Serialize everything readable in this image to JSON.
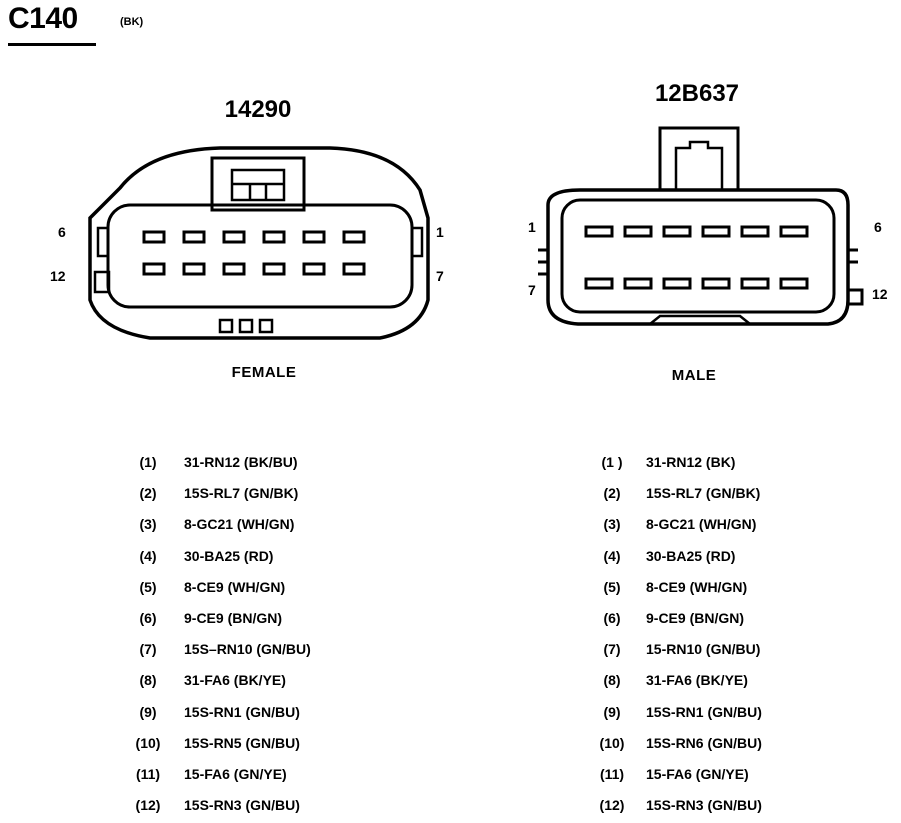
{
  "header": {
    "connector_id": "C140",
    "color_code": "(BK)"
  },
  "female": {
    "part_number": "14290",
    "label": "FEMALE",
    "pin_labels": {
      "top_left": "6",
      "bottom_left": "12",
      "top_right": "1",
      "bottom_right": "7"
    },
    "pins": [
      {
        "num": "(1)",
        "circuit": "31-RN12 (BK/BU)"
      },
      {
        "num": "(2)",
        "circuit": "15S-RL7 (GN/BK)"
      },
      {
        "num": "(3)",
        "circuit": "8-GC21 (WH/GN)"
      },
      {
        "num": "(4)",
        "circuit": "30-BA25 (RD)"
      },
      {
        "num": "(5)",
        "circuit": "8-CE9 (WH/GN)"
      },
      {
        "num": "(6)",
        "circuit": "9-CE9 (BN/GN)"
      },
      {
        "num": "(7)",
        "circuit": "15S–RN10 (GN/BU)"
      },
      {
        "num": "(8)",
        "circuit": "31-FA6 (BK/YE)"
      },
      {
        "num": "(9)",
        "circuit": "15S-RN1 (GN/BU)"
      },
      {
        "num": "(10)",
        "circuit": "15S-RN5 (GN/BU)"
      },
      {
        "num": "(11)",
        "circuit": "15-FA6 (GN/YE)"
      },
      {
        "num": "(12)",
        "circuit": "15S-RN3 (GN/BU)"
      }
    ]
  },
  "male": {
    "part_number": "12B637",
    "label": "MALE",
    "pin_labels": {
      "top_left": "1",
      "bottom_left": "7",
      "top_right": "6",
      "bottom_right": "12"
    },
    "pins": [
      {
        "num": "(1 )",
        "circuit": "31-RN12 (BK)"
      },
      {
        "num": "(2)",
        "circuit": "15S-RL7 (GN/BK)"
      },
      {
        "num": "(3)",
        "circuit": "8-GC21 (WH/GN)"
      },
      {
        "num": "(4)",
        "circuit": "30-BA25 (RD)"
      },
      {
        "num": "(5)",
        "circuit": "8-CE9 (WH/GN)"
      },
      {
        "num": "(6)",
        "circuit": "9-CE9 (BN/GN)"
      },
      {
        "num": "(7)",
        "circuit": "15-RN10 (GN/BU)"
      },
      {
        "num": "(8)",
        "circuit": "31-FA6 (BK/YE)"
      },
      {
        "num": "(9)",
        "circuit": "15S-RN1 (GN/BU)"
      },
      {
        "num": "(10)",
        "circuit": "15S-RN6 (GN/BU)"
      },
      {
        "num": "(11)",
        "circuit": "15-FA6 (GN/YE)"
      },
      {
        "num": "(12)",
        "circuit": "15S-RN3 (GN/BU)"
      }
    ]
  }
}
